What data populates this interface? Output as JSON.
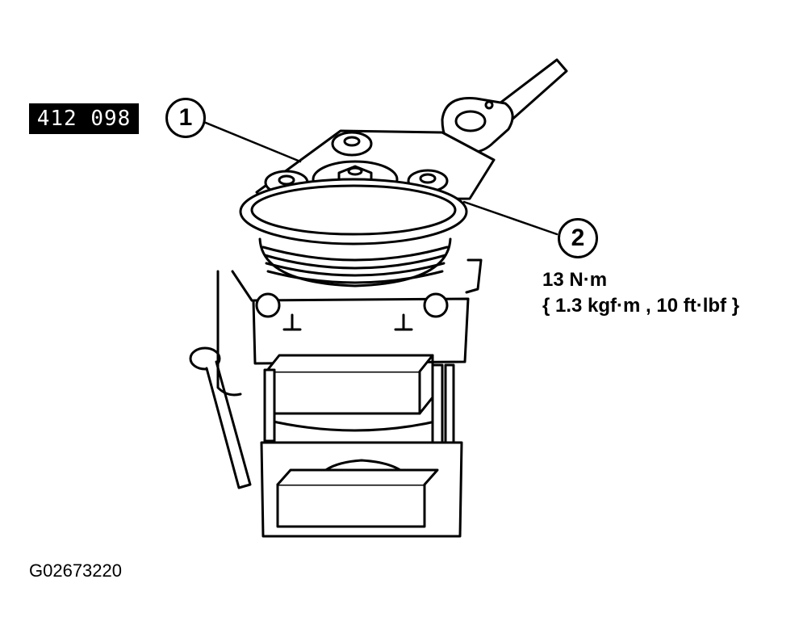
{
  "reference_label": "412 098",
  "callouts": [
    {
      "number": "1"
    },
    {
      "number": "2"
    }
  ],
  "torque_spec": {
    "line1": "13 N·m",
    "line2": "{ 1.3 kgf·m , 10 ft·lbf }"
  },
  "figure_id": "G02673220"
}
